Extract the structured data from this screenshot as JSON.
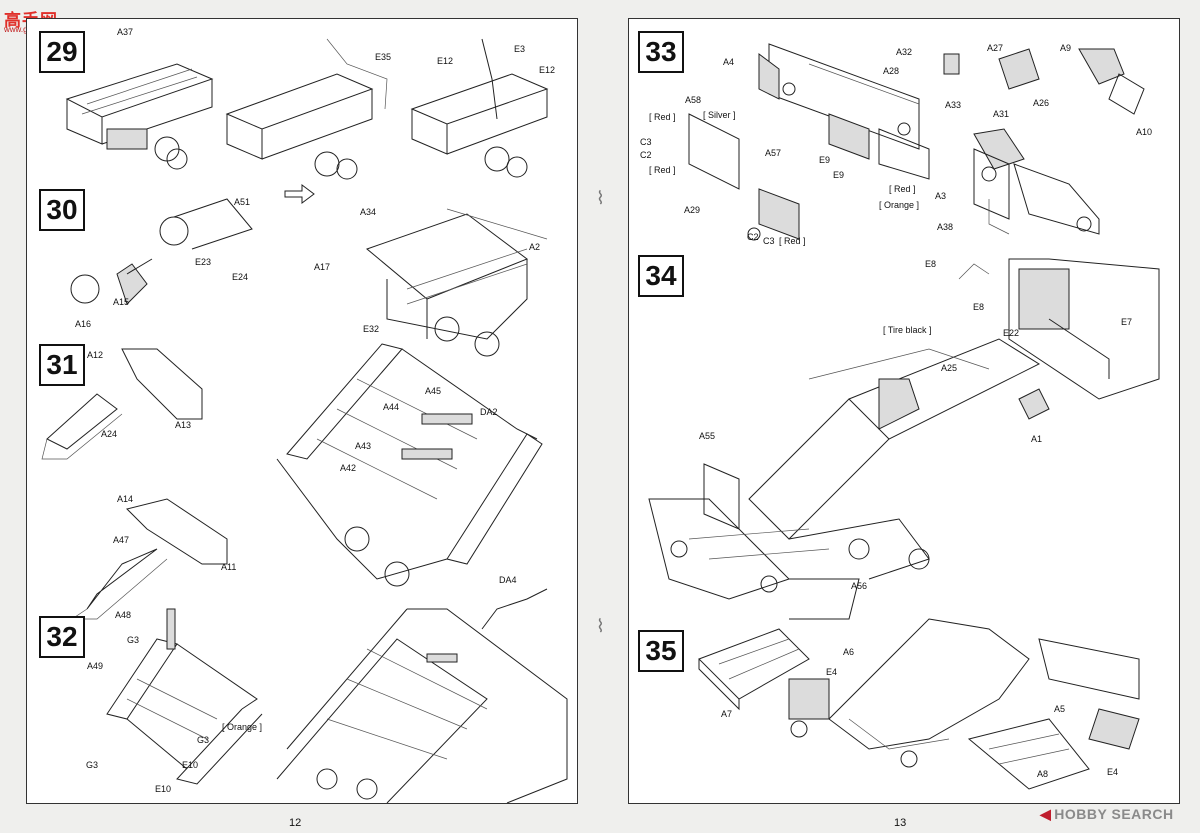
{
  "logo": {
    "chars": "高手网",
    "url": "www.gao-shou.com"
  },
  "watermark": {
    "text": "HOBBY SEARCH"
  },
  "left_page": {
    "page_number": "12",
    "steps": [
      {
        "number": "29",
        "labels": [
          "A37",
          "E35",
          "E12",
          "E3",
          "E12"
        ]
      },
      {
        "number": "30",
        "labels": [
          "A51",
          "A34",
          "A2",
          "E23",
          "E24",
          "A17",
          "A15",
          "A16",
          "E32"
        ]
      },
      {
        "number": "31",
        "labels": [
          "A12",
          "A24",
          "A13",
          "A45",
          "A44",
          "DA2",
          "A43",
          "A42",
          "A14",
          "A47",
          "A11"
        ]
      },
      {
        "number": "32",
        "labels": [
          "A48",
          "DA4",
          "G3",
          "A49",
          "[ Orange ]",
          "G3",
          "G3",
          "E10",
          "E10"
        ]
      }
    ]
  },
  "right_page": {
    "page_number": "13",
    "steps": [
      {
        "number": "33",
        "labels": [
          "A4",
          "A32",
          "A27",
          "A9",
          "A28",
          "A58",
          "[ Silver ]",
          "[ Red ]",
          "A33",
          "A31",
          "A26",
          "A10",
          "C3",
          "C2",
          "[ Red ]",
          "A57",
          "E9",
          "E9",
          "[ Red ]",
          "[ Orange ]",
          "A3",
          "A29",
          "A38",
          "C2",
          "C3",
          "[ Red ]"
        ]
      },
      {
        "number": "34",
        "labels": [
          "E8",
          "E8",
          "E7",
          "[ Tire black ]",
          "E22",
          "A25",
          "A1",
          "A55",
          "A56"
        ]
      },
      {
        "number": "35",
        "labels": [
          "A6",
          "E4",
          "A7",
          "A5",
          "E4",
          "A8"
        ]
      }
    ]
  }
}
